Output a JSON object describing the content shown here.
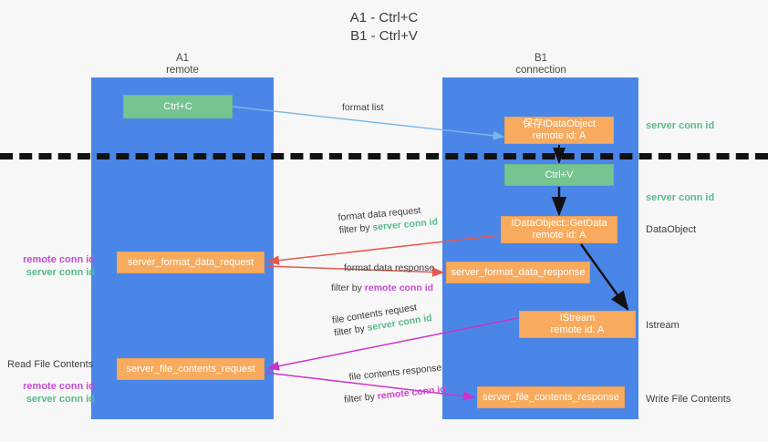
{
  "title": {
    "line1": "A1 - Ctrl+C",
    "line2": "B1 - Ctrl+V"
  },
  "columns": [
    {
      "name": "A1",
      "sub": "remote"
    },
    {
      "name": "B1",
      "sub": "connection"
    }
  ],
  "nodes": {
    "ctrl_c": {
      "label": "Ctrl+C",
      "color": "#76c490"
    },
    "save_idataobject": {
      "line1": "保存IDataObject",
      "line2": "remote id: A",
      "color": "#f8ab5e"
    },
    "ctrl_v": {
      "label": "Ctrl+V",
      "color": "#76c490"
    },
    "getdata": {
      "line1": "IDataObject::GetData",
      "line2": "remote id: A",
      "color": "#f8ab5e"
    },
    "istream": {
      "line1": "IStream",
      "line2": "remote id: A",
      "color": "#f8ab5e"
    },
    "server_format_data_request": {
      "label": "server_format_data_request",
      "color": "#f8ab5e"
    },
    "server_format_data_response": {
      "label": "server_format_data_response",
      "color": "#f8ab5e"
    },
    "server_file_contents_request": {
      "label": "server_file_contents_request",
      "color": "#f8ab5e"
    },
    "server_file_contents_response": {
      "label": "server_file_contents_response",
      "color": "#f8ab5e"
    }
  },
  "edges": {
    "format_list": {
      "label": "format list"
    },
    "format_data_request": {
      "line1": "format data request",
      "prefix": "filter by ",
      "key": "server conn id"
    },
    "format_data_response": {
      "line1": "format data response",
      "prefix": "filter by ",
      "key": "remote conn id"
    },
    "file_contents_request": {
      "line1": "file contents request",
      "prefix": "filter by ",
      "key": "server conn id"
    },
    "file_contents_response": {
      "line1": "file contents response",
      "prefix": "filter by ",
      "key": "remote conn id"
    }
  },
  "annotations": {
    "server_conn_id_top": "server conn id",
    "server_conn_id_mid": "server conn id",
    "dataobject": "DataObject",
    "istream": "Istream",
    "write_file_contents": "Write File Contents",
    "read_file_contents": "Read File Contents",
    "remote_conn_id": "remote conn id",
    "server_conn_id": "server conn id"
  },
  "colors": {
    "lane": "#4a86e8",
    "green_box": "#76c490",
    "orange_box": "#f8ab5e",
    "green_text": "#57bb8a",
    "purple_text": "#c64cd4",
    "magenta_arrow": "#cc33cc",
    "red_arrow": "#e8584f",
    "lightblue_arrow": "#7ab8e8",
    "background": "#f7f7f7",
    "divider": "#111111"
  }
}
